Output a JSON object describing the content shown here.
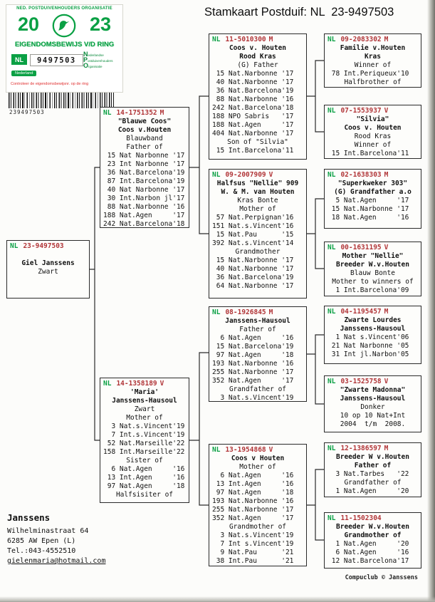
{
  "title": "Stamkaart Postduif: NL  23-9497503",
  "certificate": {
    "org": "NED. POSTDUIVENHOUDERS ORGANISATIE",
    "year_left": "20",
    "year_right": "23",
    "title_line": "EIGENDOMSBEWIJS V/D RING",
    "country": "NL",
    "ring": "9497503",
    "npo": [
      "Nederlandse",
      "Postduivenhouders",
      "Organisatie"
    ],
    "nederland": "Nederland",
    "warning": "Controleer de eigendomsbewijsnr. op de ring",
    "barcode": "239497503"
  },
  "owner": {
    "name": "Janssens",
    "address1": "Wilhelminastraat 64",
    "address2": "6285 AW  Epen (L)",
    "phone": "Tel.:043-4552510",
    "email": "gielenmaria@hotmail.com"
  },
  "footer": "Compuclub © Janssens",
  "colors": {
    "green": "#0aa044",
    "ring_red": "#b13538",
    "warning_red": "#e03030"
  },
  "boxes": [
    {
      "country": "NL",
      "ring": "23-9497503",
      "sex": "",
      "lines": [
        {
          "t": ""
        },
        {
          "t": "Giel Janssens",
          "b": 1,
          "c": 1
        },
        {
          "t": "Zwart",
          "c": 1
        }
      ]
    },
    {
      "country": "NL",
      "ring": "14-1751352",
      "sex": "M",
      "lines": [
        {
          "t": "\"Blauwe Coos\"",
          "b": 1,
          "c": 1
        },
        {
          "t": "Coos v.Houten",
          "b": 1,
          "c": 1
        },
        {
          "t": "Blauwband",
          "c": 1
        },
        {
          "t": "Father of",
          "c": 1
        },
        {
          "t": " 15 Nat Narbonne '17"
        },
        {
          "t": " 23 Int Narbonne '17"
        },
        {
          "t": " 36 Nat.Barcelona'19"
        },
        {
          "t": " 87 Int.Barcelona'19"
        },
        {
          "t": " 40 Nat Narbonne '17"
        },
        {
          "t": " 30 Int.Narbon jl'17"
        },
        {
          "t": " 88 Nat.Narbonne '16"
        },
        {
          "t": "188 Nat.Agen     '17"
        },
        {
          "t": "242 Nat.Barcelona'18"
        }
      ]
    },
    {
      "country": "NL",
      "ring": "14-1358189",
      "sex": "V",
      "lines": [
        {
          "t": "'Maria'",
          "b": 1,
          "c": 1
        },
        {
          "t": "Janssens-Hausoul",
          "b": 1,
          "c": 1
        },
        {
          "t": "Zwart",
          "c": 1
        },
        {
          "t": "Mother of",
          "c": 1
        },
        {
          "t": "  3 Nat.s.Vincent'19"
        },
        {
          "t": "  7 Int.s.Vincent'19"
        },
        {
          "t": " 52 Nat.Marseille'22"
        },
        {
          "t": "158 Int.Marseille'22"
        },
        {
          "t": "Sister of",
          "c": 1
        },
        {
          "t": "  6 Nat.Agen     '16"
        },
        {
          "t": " 13 Int.Agen     '16"
        },
        {
          "t": " 97 Nat.Agen     '18"
        },
        {
          "t": "Halfsisiter of",
          "c": 1
        }
      ]
    },
    {
      "country": "NL",
      "ring": "11-5010300",
      "sex": "M",
      "lines": [
        {
          "t": "Coos v. Houten",
          "b": 1,
          "c": 1
        },
        {
          "t": "Rood Kras",
          "b": 1,
          "c": 1
        },
        {
          "t": "(G) Father",
          "c": 1
        },
        {
          "t": " 15 Nat.Narbonne '17"
        },
        {
          "t": " 40 Nat.Narbonne '17"
        },
        {
          "t": " 36 Nat.Barcelona'19"
        },
        {
          "t": " 88 Nat.Narbonne '16"
        },
        {
          "t": "242 Nat.Barcelona'18"
        },
        {
          "t": "188 NPO Sabris   '17"
        },
        {
          "t": "188 Nat.Agen     '17"
        },
        {
          "t": "404 Nat.Narbonne '17"
        },
        {
          "t": "Son of \"Silvia\"",
          "c": 1
        },
        {
          "t": " 15 Int.Barcelona'11"
        }
      ]
    },
    {
      "country": "NL",
      "ring": "09-2007909",
      "sex": "V",
      "lines": [
        {
          "t": "Halfsus \"Nellie\" 909",
          "b": 1,
          "c": 1
        },
        {
          "t": "W. & M. van Houten",
          "b": 1,
          "c": 1
        },
        {
          "t": "Kras Bonte",
          "c": 1
        },
        {
          "t": "Mother of",
          "c": 1
        },
        {
          "t": " 57 Nat.Perpignan'16"
        },
        {
          "t": "151 Nat.s.Vincent'16"
        },
        {
          "t": " 15 Nat.Pau      '15"
        },
        {
          "t": "392 Nat.s.Vincent'14"
        },
        {
          "t": "Grandmother",
          "c": 1
        },
        {
          "t": " 15 Nat.Narbonne '17"
        },
        {
          "t": " 40 Nat.Narbonne '17"
        },
        {
          "t": " 36 Nat.Barcelona'19"
        },
        {
          "t": " 64 Nat.Narbonne '17"
        }
      ]
    },
    {
      "country": "NL",
      "ring": "08-1926845",
      "sex": "M",
      "lines": [
        {
          "t": "Janssens-Hausoul",
          "b": 1,
          "c": 1
        },
        {
          "t": "Father of",
          "c": 1
        },
        {
          "t": "  6 Nat.Agen     '16"
        },
        {
          "t": " 15 Nat.Barcelona'19"
        },
        {
          "t": " 97 Nat.Agen     '18"
        },
        {
          "t": "193 Nat.Narbonne '16"
        },
        {
          "t": "255 Nat.Narbonne '17"
        },
        {
          "t": "352 Nat.Agen     '17"
        },
        {
          "t": "Grandfather of",
          "c": 1
        },
        {
          "t": "  3 Nat.s.Vincent'19"
        }
      ]
    },
    {
      "country": "NL",
      "ring": "13-1954868",
      "sex": "V",
      "lines": [
        {
          "t": "Coos v Houten",
          "b": 1,
          "c": 1
        },
        {
          "t": "Mother of",
          "c": 1
        },
        {
          "t": "  6 Nat.Agen     '16"
        },
        {
          "t": " 13 Int.Agen     '16"
        },
        {
          "t": " 97 Nat.Agen     '18"
        },
        {
          "t": "193 Nat.Narbonne '16"
        },
        {
          "t": "255 Nat.Narbonne '17"
        },
        {
          "t": "352 Nat.Agen     '17"
        },
        {
          "t": "Grandmother of",
          "c": 1
        },
        {
          "t": "  3 Nat.s.Vincent'19"
        },
        {
          "t": "  7 Int s.Vincent'19"
        },
        {
          "t": "  9 Nat.Pau      '21"
        },
        {
          "t": " 38 Int.Pau      '21"
        }
      ]
    },
    {
      "country": "NL",
      "ring": "09-2083302",
      "sex": "M",
      "lines": [
        {
          "t": "Familie v.Houten",
          "b": 1,
          "c": 1
        },
        {
          "t": "Kras",
          "b": 1,
          "c": 1
        },
        {
          "t": "Winner of",
          "c": 1
        },
        {
          "t": " 78 Int.Periqueux'10"
        },
        {
          "t": "Halfbrother of",
          "c": 1
        }
      ]
    },
    {
      "country": "NL",
      "ring": "07-1553937",
      "sex": "V",
      "lines": [
        {
          "t": "\"Silvia\"",
          "b": 1,
          "c": 1
        },
        {
          "t": "Coos v. Houten",
          "b": 1,
          "c": 1
        },
        {
          "t": "Rood Kras",
          "c": 1
        },
        {
          "t": "Winner of",
          "c": 1
        },
        {
          "t": " 15 Int.Barcelona'11"
        }
      ]
    },
    {
      "country": "NL",
      "ring": "02-1638303",
      "sex": "M",
      "lines": [
        {
          "t": "\"Superkweker 303\"",
          "b": 1,
          "c": 1
        },
        {
          "t": "(G) Grandfather a.o",
          "b": 1,
          "c": 1
        },
        {
          "t": "  5 Nat.Agen     '17"
        },
        {
          "t": " 15 Nat.Narbonne '17"
        },
        {
          "t": " 18 Nat.Agen     '16"
        }
      ]
    },
    {
      "country": "NL",
      "ring": "00-1631195",
      "sex": "V",
      "lines": [
        {
          "t": "Mother \"Nellie\"",
          "b": 1,
          "c": 1
        },
        {
          "t": "Breeder W.v.Houten",
          "b": 1,
          "c": 1
        },
        {
          "t": "Blauw Bonte",
          "c": 1
        },
        {
          "t": "Mother to winners of",
          "c": 1
        },
        {
          "t": "  1 Int.Barcelona'09"
        }
      ]
    },
    {
      "country": "NL",
      "ring": "04-1195457",
      "sex": "M",
      "lines": [
        {
          "t": "Zwarte Lourdes",
          "b": 1,
          "c": 1
        },
        {
          "t": "Janssens-Hausoul",
          "b": 1,
          "c": 1
        },
        {
          "t": "  1 Nat s.Vincent'06"
        },
        {
          "t": " 21 Nat Narbonne '05"
        },
        {
          "t": " 31 Int jl.Narbon'05"
        }
      ]
    },
    {
      "country": "NL",
      "ring": "03-1525758",
      "sex": "V",
      "lines": [
        {
          "t": "\"Zwarte Madonna\"",
          "b": 1,
          "c": 1
        },
        {
          "t": "Janssens-Hausoul",
          "b": 1,
          "c": 1
        },
        {
          "t": "Donker",
          "c": 1
        },
        {
          "t": "10 op 10 Nat+Int",
          "c": 1
        },
        {
          "t": "2004  t/m  2008.",
          "c": 1
        }
      ]
    },
    {
      "country": "NL",
      "ring": "12-1386597",
      "sex": "M",
      "lines": [
        {
          "t": "Breeder W v.Houten",
          "b": 1,
          "c": 1
        },
        {
          "t": "Father of",
          "b": 1,
          "c": 1
        },
        {
          "t": "  3 Nat.Tarbes   '22"
        },
        {
          "t": "Grandfather of",
          "c": 1
        },
        {
          "t": "  1 Nat.Agen     '20"
        }
      ]
    },
    {
      "country": "NL",
      "ring": "11-1502304",
      "sex": "",
      "lines": [
        {
          "t": "Breeder W.v.Houten",
          "b": 1,
          "c": 1
        },
        {
          "t": "Grandmother of",
          "b": 1,
          "c": 1
        },
        {
          "t": "  1 Nat.Agen     '20"
        },
        {
          "t": "  6 Nat.Agen     '16"
        },
        {
          "t": " 12 Nat.Barcelona'17"
        }
      ]
    }
  ]
}
